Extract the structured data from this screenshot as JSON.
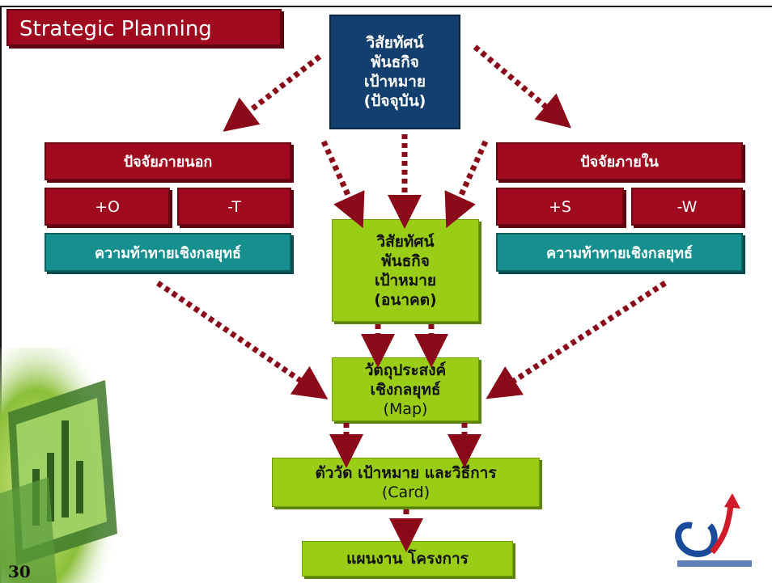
{
  "slide": {
    "title": "Strategic Planning",
    "page_number": "30"
  },
  "top_box": {
    "line1": "วิสัยทัศน์",
    "line2": "พันธกิจ",
    "line3": "เป้าหมาย",
    "line4": "(ปัจจุบัน)"
  },
  "external": {
    "header": "ปัจจัยภายนอก",
    "opportunity": "+O",
    "threat": "-T",
    "challenge": "ความท้าทายเชิงกลยุทธ์"
  },
  "internal": {
    "header": "ปัจจัยภายใน",
    "strength": "+S",
    "weakness": "-W",
    "challenge": "ความท้าทายเชิงกลยุทธ์"
  },
  "future_box": {
    "line1": "วิสัยทัศน์",
    "line2": "พันธกิจ",
    "line3": "เป้าหมาย",
    "line4": "(อนาคต)"
  },
  "objective_box": {
    "line1": "วัตถุประสงค์",
    "line2": "เชิงกลยุทธ์",
    "line3": "(Map)"
  },
  "measure_box": {
    "line1": "ตัววัด เป้าหมาย  และวิธีการ",
    "line2": "(Card)"
  },
  "plan_box": {
    "label": "แผนงาน  โครงการ"
  },
  "colors": {
    "dark_red": "#a00a1e",
    "navy": "#123f6e",
    "teal": "#168f8f",
    "lime_green": "#9acd15",
    "arrow_red": "#8b0a1a"
  }
}
